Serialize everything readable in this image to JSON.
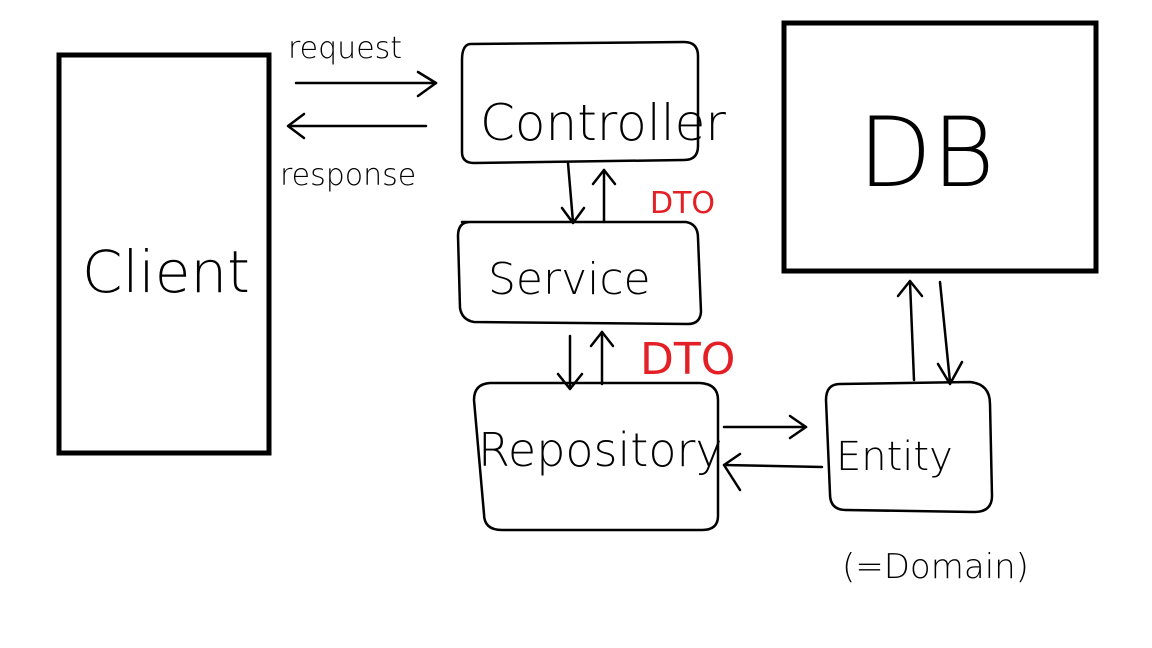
{
  "diagram": {
    "nodes": {
      "client": "Client",
      "controller": "Controller",
      "service": "Service",
      "repository": "Repository",
      "entity": "Entity",
      "db": "DB"
    },
    "edges": {
      "request": "request",
      "response": "response",
      "dto_controller_service": "DTO",
      "dto_service_repository": "DTO"
    },
    "notes": {
      "entity_note": "(=Domain)"
    },
    "colors": {
      "ink": "#000000",
      "dto_label": "#e32026",
      "background": "#ffffff"
    }
  }
}
